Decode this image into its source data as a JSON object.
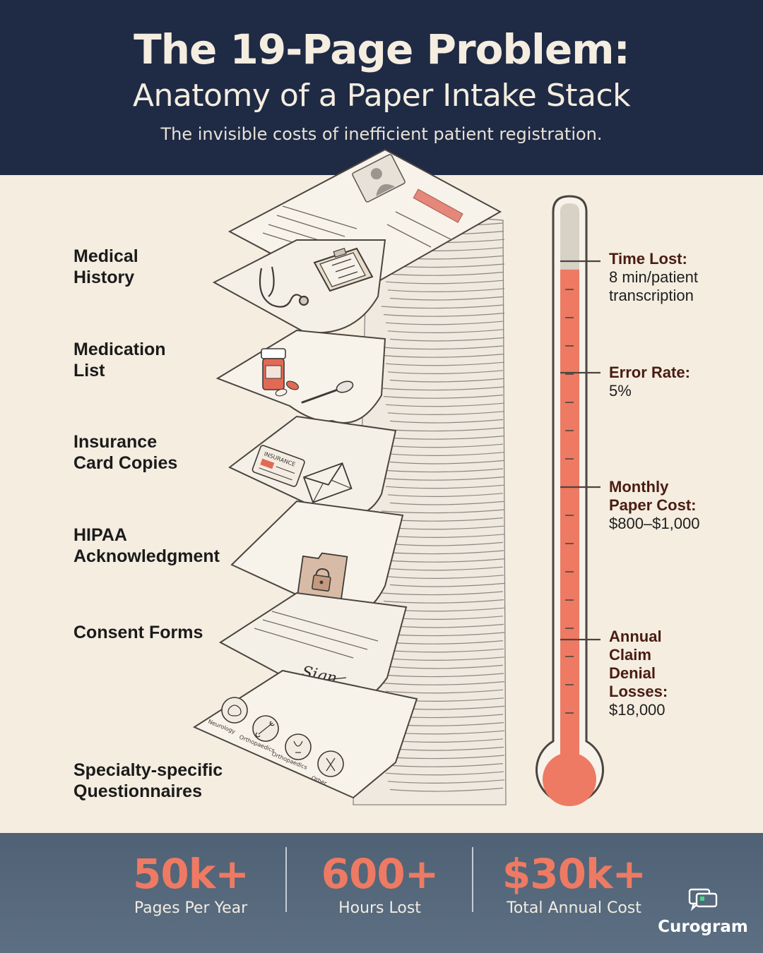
{
  "header": {
    "title": "The 19-Page Problem:",
    "subtitle": "Anatomy of a Paper Intake Stack",
    "tagline": "The invisible costs of inefficient patient registration."
  },
  "categories": [
    {
      "line1": "Medical",
      "line2": "History"
    },
    {
      "line1": "Medication",
      "line2": "List"
    },
    {
      "line1": "Insurance",
      "line2": "Card Copies"
    },
    {
      "line1": "HIPAA",
      "line2": "Acknowledgment"
    },
    {
      "line1": "Consent Forms",
      "line2": ""
    },
    {
      "line1": "Specialty-specific",
      "line2": "Questionnaires"
    }
  ],
  "stack_labels": {
    "insurance_card": "INSURANCE",
    "signature": "Sign",
    "specialties": [
      "Neurology",
      "Orthopaedics",
      "Orthopaedics",
      "Other"
    ]
  },
  "thermometer": {
    "fill_color": "#ee7a63",
    "fill_level": 0.88
  },
  "stats": [
    {
      "label": "Time Lost:",
      "value": "8 min/patient transcription"
    },
    {
      "label": "Error Rate:",
      "value": "5%"
    },
    {
      "label": "Monthly Paper Cost:",
      "value": "$800–$1,000"
    },
    {
      "label": "Annual Claim Denial Losses:",
      "value": "$18,000"
    }
  ],
  "footer": {
    "metrics": [
      {
        "value": "50k+",
        "caption": "Pages Per Year"
      },
      {
        "value": "600+",
        "caption": "Hours Lost"
      },
      {
        "value": "$30k+",
        "caption": "Total Annual Cost"
      }
    ],
    "brand": "Curogram"
  },
  "colors": {
    "navy": "#1f2a44",
    "cream": "#f4ede0",
    "accent": "#ee7a63",
    "slate": "#56687b"
  },
  "icons": [
    "profile-icon",
    "clipboard-icon",
    "stethoscope-icon",
    "pill-bottle-icon",
    "spoon-icon",
    "insurance-card-icon",
    "envelope-icon",
    "lock-folder-icon",
    "signature-icon",
    "brain-icon",
    "bone-icon",
    "joint-icon",
    "ribbon-icon",
    "chat-logo-icon"
  ]
}
